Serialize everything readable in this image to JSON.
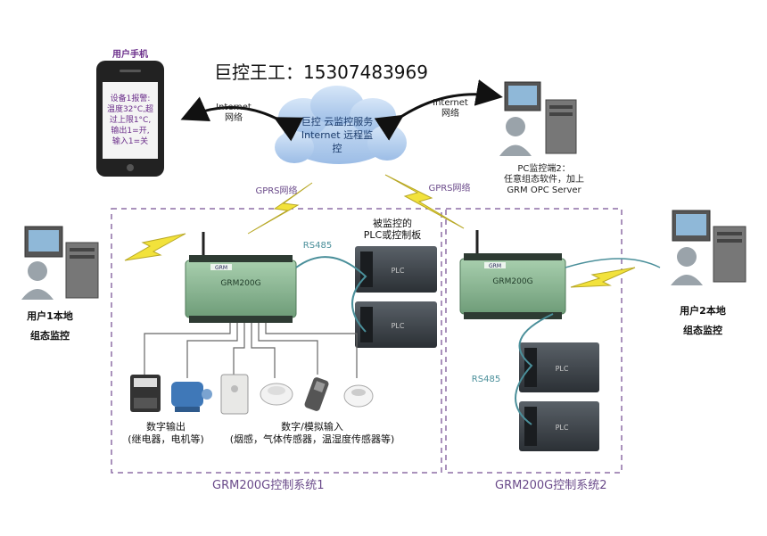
{
  "header": {
    "contact": "巨控王工：15307483969"
  },
  "phone": {
    "title": "用户手机",
    "screen_lines": [
      "设备1报警:",
      "温度32°C,超",
      "过上限1°C,",
      "输出1=开,",
      "输入1=关"
    ]
  },
  "cloud": {
    "lines": [
      "巨控 云监控服务",
      "Internet 远程监",
      "控"
    ]
  },
  "links": {
    "internet_left": [
      "Internet",
      "网络"
    ],
    "internet_right": [
      "Internet",
      "网络"
    ],
    "gprs_left": "GPRS网络",
    "gprs_right": "GPRS网络",
    "rs485_top": "RS485",
    "rs485_bottom": "RS485"
  },
  "pc2": {
    "lines": [
      "PC监控端2：",
      "任意组态软件，加上",
      "GRM OPC Server"
    ]
  },
  "user1": {
    "lines": [
      "用户1本地",
      "组态监控"
    ]
  },
  "user2": {
    "lines": [
      "用户2本地",
      "组态监控"
    ]
  },
  "plc_label": {
    "lines": [
      "被监控的",
      "PLC或控制板"
    ]
  },
  "plc_text": "PLC",
  "grm_module": {
    "model": "GRM200G",
    "logo": "GRM"
  },
  "digital_output": {
    "lines": [
      "数字输出",
      "(继电器，电机等)"
    ]
  },
  "digital_input": {
    "lines": [
      "数字/模拟输入",
      "(烟感，气体传感器，温湿度传感器等)"
    ]
  },
  "system1": {
    "label": "GRM200G控制系统1"
  },
  "system2": {
    "label": "GRM200G控制系统2"
  },
  "colors": {
    "cloud": "#b9d3f2",
    "module": "#7fae8a",
    "plc_body": "#3c4248",
    "dashed_box": "#8e6fa6",
    "lightning": "#f2e23b",
    "link_text": "#4a8f9a",
    "gprs_text": "#6a4a8a"
  }
}
